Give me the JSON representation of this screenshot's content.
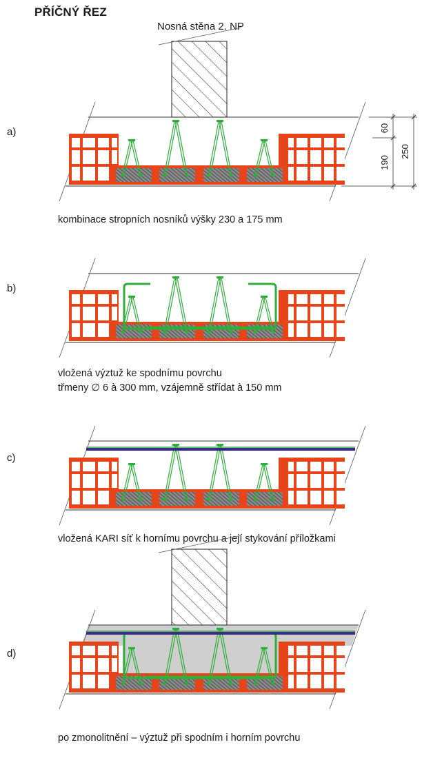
{
  "title": "PŘÍČNÝ ŘEZ",
  "wall_label": "Nosná stěna 2. NP",
  "colors": {
    "brick": "#e8441a",
    "rebar": "#2fae3a",
    "kari": "#3b2a8c",
    "infill": "#6d6d6d",
    "concrete": "#cfcfcf",
    "line": "#333333"
  },
  "dimensions": {
    "topping": "60",
    "beam_depth": "190",
    "total": "250"
  },
  "panels": [
    {
      "id": "a",
      "label": "a)",
      "caption_lines": [
        "kombinace stropních nosníků výšky 230 a 175 mm"
      ],
      "has_wall": true,
      "has_stirrups": false,
      "has_kari": false,
      "concreted": false,
      "has_dimensions": true
    },
    {
      "id": "b",
      "label": "b)",
      "caption_lines": [
        "vložená výztuž ke spodnímu povrchu",
        "třmeny ∅ 6 à 300 mm, vzájemně střídat à 150 mm"
      ],
      "has_wall": false,
      "has_stirrups": true,
      "has_kari": false,
      "concreted": false,
      "has_dimensions": false
    },
    {
      "id": "c",
      "label": "c)",
      "caption_lines": [
        "vložená KARI síť k hornímu povrchu a její stykování příložkami"
      ],
      "has_wall": false,
      "has_stirrups": false,
      "has_kari": true,
      "concreted": false,
      "has_dimensions": false
    },
    {
      "id": "d",
      "label": "d)",
      "caption_lines": [
        "po zmonolitnění – výztuž při spodním i horním povrchu"
      ],
      "has_wall": true,
      "has_stirrups": true,
      "has_kari": true,
      "concreted": true,
      "has_dimensions": false
    }
  ]
}
